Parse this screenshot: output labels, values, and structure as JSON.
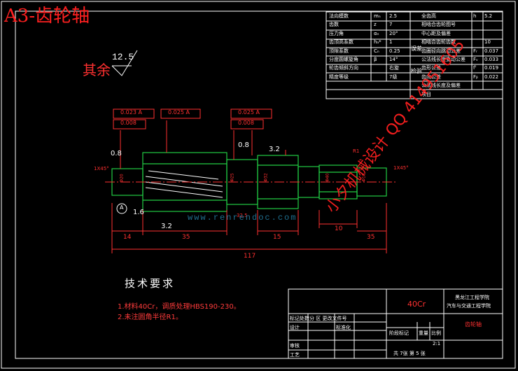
{
  "title": "A3-齿轮轴",
  "surface_finish": {
    "label": "其余",
    "value": "12.5"
  },
  "parameter_table": {
    "left": [
      {
        "name": "法向模数",
        "symbol": "mₙ",
        "value": "2.5"
      },
      {
        "name": "齿数",
        "symbol": "z",
        "value": "7"
      },
      {
        "name": "压力角",
        "symbol": "αₙ",
        "value": "20°"
      },
      {
        "name": "齿顶高系数",
        "symbol": "hₐ*",
        "value": "1"
      },
      {
        "name": "顶隙系数",
        "symbol": "Cₙ",
        "value": "0.25"
      },
      {
        "name": "分度圆螺旋角",
        "symbol": "β",
        "value": "14°"
      },
      {
        "name": "轮齿倾斜方向",
        "symbol": "",
        "value": "右旋"
      },
      {
        "name": "精度等级",
        "symbol": "",
        "value": "7级"
      }
    ],
    "right": [
      {
        "name": "全齿高",
        "symbol": "h",
        "value": "5.2"
      },
      {
        "name": "相啮合齿轮图号",
        "symbol": "",
        "value": ""
      },
      {
        "name": "中心距及偏差",
        "symbol": "",
        "value": ""
      },
      {
        "name": "相啮合齿轮齿数",
        "symbol": "",
        "value": "10"
      },
      {
        "name": "齿圈径向跳动公差",
        "symbol": "Fᵣ",
        "value": "0.037"
      },
      {
        "name": "公法线长度变动公差",
        "symbol": "Fᵥ",
        "value": "0.033"
      },
      {
        "name": "齿形公差",
        "symbol": "fᶠ",
        "value": "0.019"
      },
      {
        "name": "齿向公差",
        "symbol": "Fᵦ",
        "value": "0.022"
      },
      {
        "name": "公法线长度及偏差",
        "symbol": "",
        "value": ""
      },
      {
        "name": "项目",
        "symbol": "",
        "value": ""
      }
    ],
    "group_labels": [
      "误差",
      "检验"
    ]
  },
  "tolerance_frames": [
    {
      "symbol": "⫽",
      "value": "0.023",
      "datum": "A"
    },
    {
      "symbol": "◎",
      "value": "0.008",
      "datum": ""
    },
    {
      "symbol": "⫽",
      "value": "0.025",
      "datum": "A"
    },
    {
      "symbol": "⫽",
      "value": "0.025",
      "datum": "A"
    },
    {
      "symbol": "◎",
      "value": "0.008",
      "datum": ""
    }
  ],
  "dimensions": {
    "overall": "117",
    "seg1": "14",
    "seg2": "35",
    "seg3": "15",
    "seg4": "10",
    "seg5": "35",
    "chamfer_left": "1X45°",
    "chamfer_right": "1X45°",
    "roughness_a": "0.8",
    "roughness_b": "0.8",
    "roughness_c": "3.2",
    "roughness_d": "3.2",
    "roughness_e": "1.6",
    "diam_a": "Φ20",
    "diam_b": "Φ25",
    "diam_c": "Φ32",
    "diam_d": "Φ40",
    "diam_e": "Φ18",
    "radius": "R1",
    "length_note": "32.5",
    "datum": "A"
  },
  "tech_requirements": {
    "heading": "技术要求",
    "items": [
      "1.材料40Cr，调质处理HBS190-230。",
      "2.未注圆角半径R1。"
    ]
  },
  "title_block": {
    "material": "40Cr",
    "school_line1": "黑龙江工程学院",
    "school_line2": "汽车与交通工程学院",
    "part_name": "齿轮轴",
    "revision_row": "标记处数分  区  更改文件号",
    "design": "设计",
    "standard": "标准化",
    "review": "审核",
    "process": "工艺",
    "stage_mark": "阶段标记",
    "weight": "重量",
    "scale_label": "比例",
    "scale": "2:1",
    "sheets": "共 7张  第 5 张"
  },
  "watermarks": {
    "contact": "小夕机械设计 QQ 414951605",
    "url": "www.renrendoc.com"
  },
  "colors": {
    "frame": "#ffffff",
    "red": "#ff2020",
    "green": "#20c040",
    "magenta": "#ff30ff"
  }
}
